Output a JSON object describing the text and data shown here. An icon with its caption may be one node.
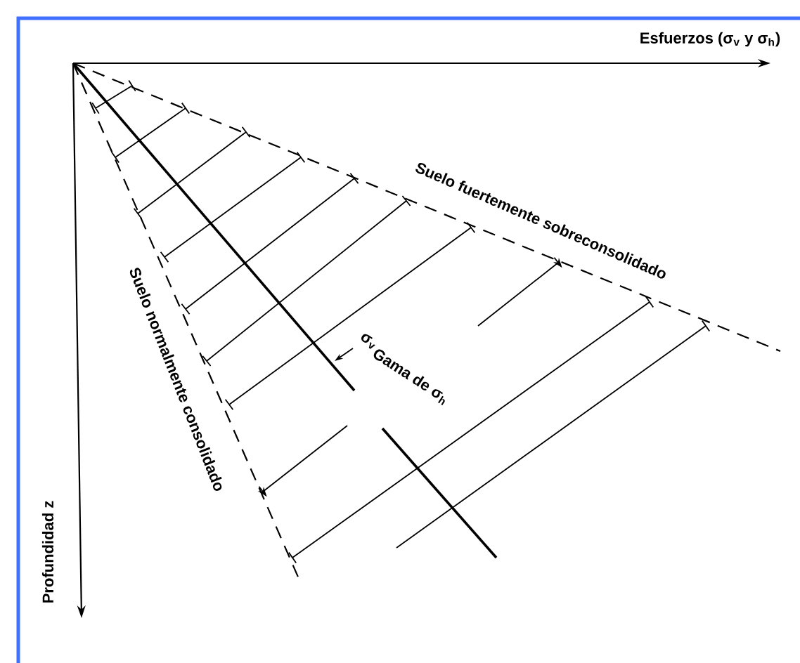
{
  "diagram": {
    "labels": [
      "Esfuerzos (σ$_{v}$ y σ$_{h}$)",
      "Suelo fuertemente sobreconsolidado",
      "Suelo normalmente consolidado",
      "σ$_{v}$",
      "Gama de σ$_{h}$",
      "Profundidad z"
    ]
  }
}
